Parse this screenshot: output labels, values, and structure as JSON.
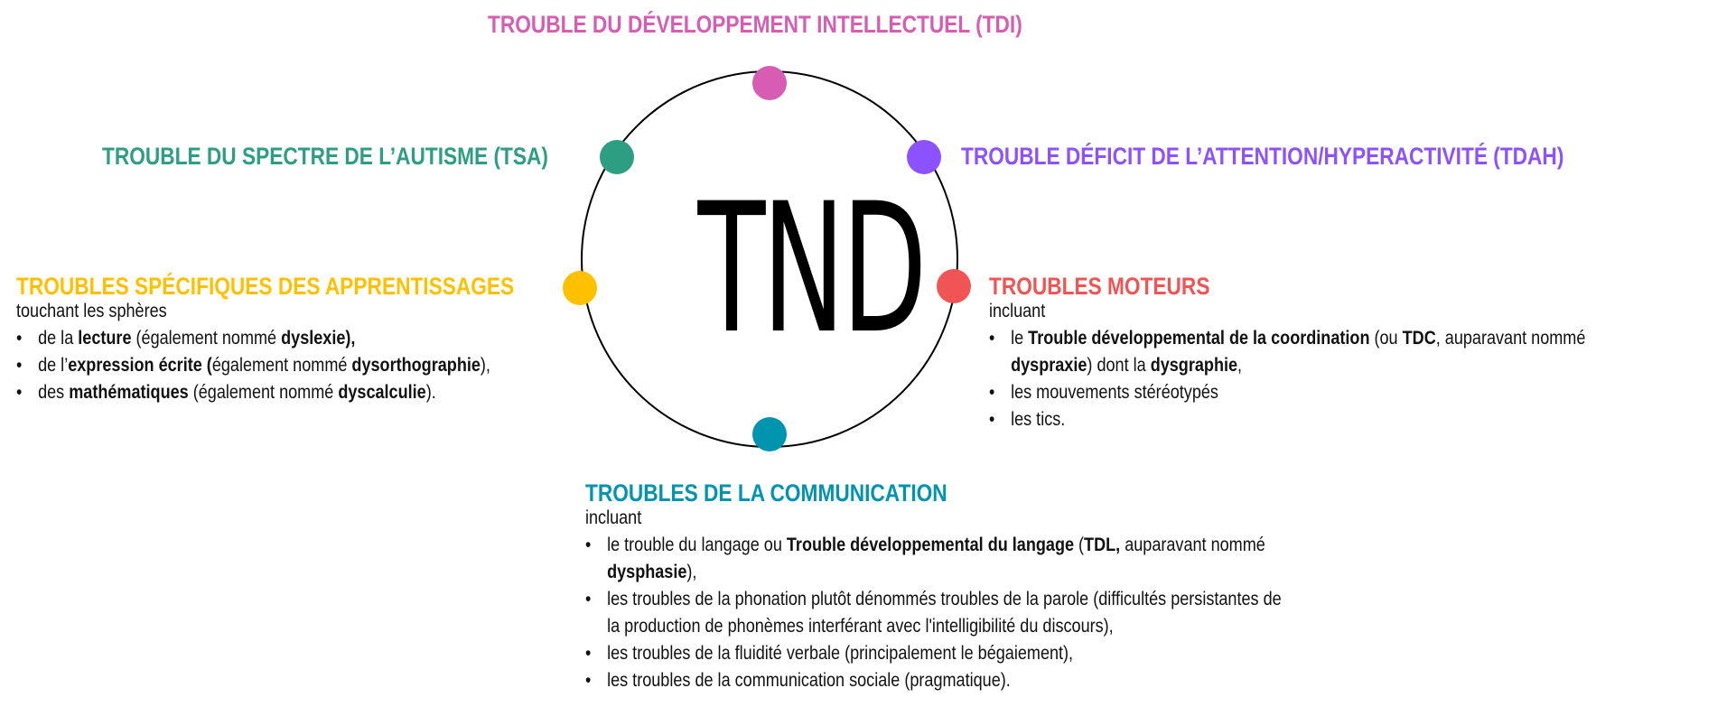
{
  "center": {
    "label": "TND"
  },
  "colors": {
    "tdi": "#D65DB1",
    "tsa": "#2E9E83",
    "tdah": "#8C52FF",
    "apprentissages": "#FFC000",
    "moteurs": "#F05454",
    "communication": "#0094AE"
  },
  "nodes": {
    "tdi": {
      "title": "TROUBLE DU DÉVELOPPEMENT INTELLECTUEL (TDI)"
    },
    "tsa": {
      "title": "TROUBLE DU SPECTRE DE L’AUTISME (TSA)"
    },
    "tdah": {
      "title": "TROUBLE DÉFICIT DE L’ATTENTION/HYPERACTIVITÉ (TDAH)"
    },
    "apprentissages": {
      "title": "TROUBLES SPÉCIFIQUES DES APPRENTISSAGES",
      "intro": "touchant les sphères",
      "items": [
        {
          "a": "de la ",
          "b": "lecture",
          "c": " (également nommé ",
          "d": "dyslexie),",
          "e": ""
        },
        {
          "a": "de l’",
          "b": "expression écrite (",
          "c": "également nommé ",
          "d": "dysorthographie",
          "e": "),",
          "_": ""
        },
        {
          "a": "des ",
          "b": "mathématiques",
          "c": " (également nommé ",
          "d": "dyscalculie",
          "e": ")."
        }
      ]
    },
    "moteurs": {
      "title": "TROUBLES MOTEURS",
      "intro": "incluant",
      "item1": {
        "a": "le ",
        "b": "Trouble développemental de la coordination",
        "c": " (ou ",
        "d": "TDC",
        "e": ", auparavant nommé",
        "f": "dyspraxie",
        "g": ") dont la ",
        "h": "dysgraphie",
        "i": ","
      },
      "item2": "les mouvements stéréotypés",
      "item3": "les tics."
    },
    "communication": {
      "title": "TROUBLES DE LA COMMUNICATION",
      "intro": "incluant",
      "item1": {
        "a": "le trouble du langage ou ",
        "b": "Trouble développemental du langage",
        "c": " (",
        "d": "TDL,",
        "e": " auparavant nommé",
        "f": "dysphasie",
        "g": "),"
      },
      "item2_l1": "les troubles de la phonation plutôt dénommés troubles de la parole (difficultés persistantes de",
      "item2_l2": "la production de phonèmes interférant avec l'intelligibilité du discours),",
      "item3": "les troubles de la fluidité verbale (principalement le bégaiement),",
      "item4": "les troubles de la communication sociale (pragmatique)."
    }
  }
}
